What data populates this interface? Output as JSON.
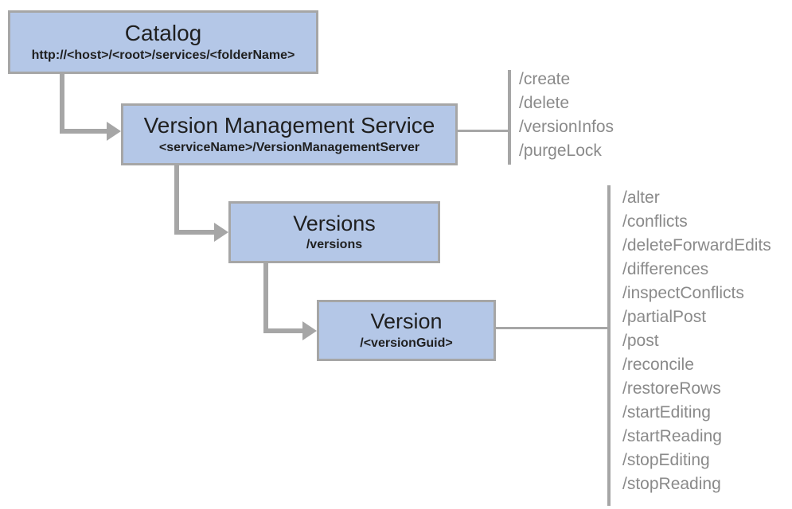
{
  "diagram": {
    "nodes": {
      "catalog": {
        "title": "Catalog",
        "subtitle": "http://<host>/<root>/services/<folderName>"
      },
      "vms": {
        "title": "Version Management Service",
        "subtitle": "<serviceName>/VersionManagementServer"
      },
      "versions": {
        "title": "Versions",
        "subtitle": "/versions"
      },
      "version": {
        "title": "Version",
        "subtitle": "/<versionGuid>"
      }
    },
    "vms_endpoints": [
      "/create",
      "/delete",
      "/versionInfos",
      "/purgeLock"
    ],
    "version_endpoints": [
      "/alter",
      "/conflicts",
      "/deleteForwardEdits",
      "/differences",
      "/inspectConflicts",
      "/partialPost",
      "/post",
      "/reconcile",
      "/restoreRows",
      "/startEditing",
      "/startReading",
      "/stopEditing",
      "/stopReading"
    ],
    "colors": {
      "node_fill": "#b4c7e7",
      "node_border": "#a6a6a6",
      "connector": "#a6a6a6",
      "endpoint_text": "#8a8a8a",
      "title_text": "#1f1f1f"
    }
  }
}
